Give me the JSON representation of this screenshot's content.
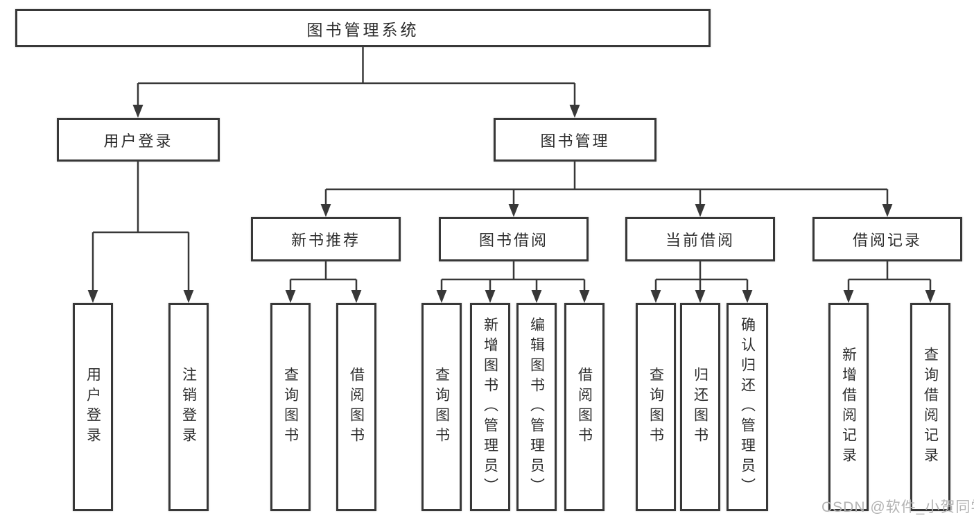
{
  "diagram": {
    "root": {
      "label": "图书管理系统"
    },
    "branches": {
      "user_login": {
        "label": "用户登录"
      },
      "book_management": {
        "label": "图书管理"
      }
    },
    "modules": {
      "new_book_recommend": {
        "label": "新书推荐"
      },
      "book_borrowing": {
        "label": "图书借阅"
      },
      "current_borrowing": {
        "label": "当前借阅"
      },
      "borrowing_records": {
        "label": "借阅记录"
      }
    },
    "leaves": {
      "user_login": {
        "label": "用户登录"
      },
      "logout": {
        "label": "注销登录"
      },
      "recommend_query_books": {
        "label": "查询图书"
      },
      "recommend_borrow_books": {
        "label": "借阅图书"
      },
      "borrowing_query_books": {
        "label": "查询图书"
      },
      "borrowing_add_books": {
        "label": "新增图书（管理员）"
      },
      "borrowing_edit_books": {
        "label": "编辑图书（管理员）"
      },
      "borrowing_borrow_books": {
        "label": "借阅图书"
      },
      "current_query_books": {
        "label": "查询图书"
      },
      "current_return_books": {
        "label": "归还图书"
      },
      "current_confirm_return": {
        "label": "确认归还（管理员）"
      },
      "records_add_record": {
        "label": "新增借阅记录"
      },
      "records_query_record": {
        "label": "查询借阅记录"
      }
    }
  },
  "watermark": {
    "text": "CSDN @软件_小贺同学",
    "color": "#b3b3b3"
  },
  "colors": {
    "line": "#383838",
    "box_border": "#383838",
    "text": "#2d2d2d",
    "background": "#ffffff"
  }
}
